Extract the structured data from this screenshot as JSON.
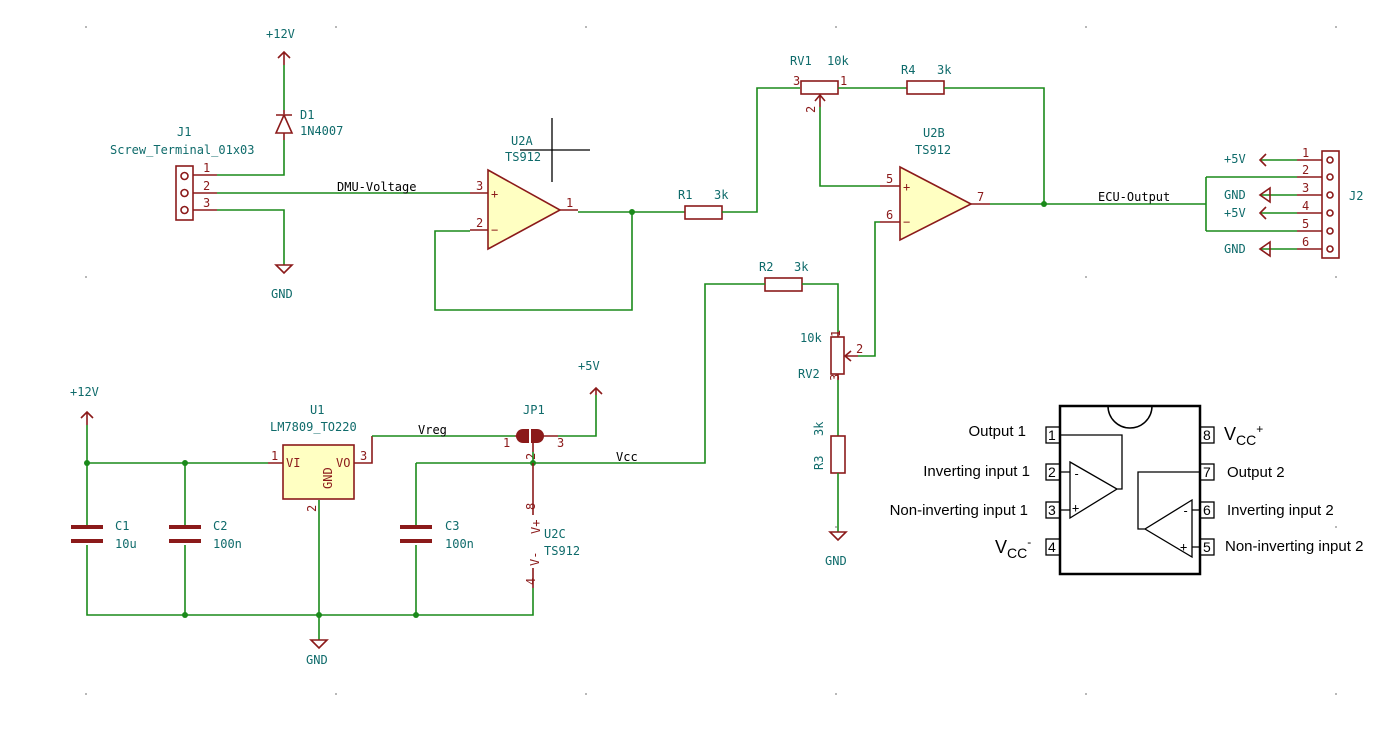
{
  "power": {
    "vin_top": "+12V",
    "vin_left": "+12V",
    "v5_jp": "+5V",
    "gnd_j1": "GND",
    "gnd_u1": "GND",
    "gnd_rv2": "GND",
    "j2_p1": "+5V",
    "j2_p3": "GND",
    "j2_p4": "+5V",
    "j2_p6": "GND"
  },
  "components": {
    "d1_ref": "D1",
    "d1_val": "1N4007",
    "j1_ref": "J1",
    "j1_val": "Screw_Terminal_01x03",
    "u2a_ref": "U2A",
    "u2a_val": "TS912",
    "u2b_ref": "U2B",
    "u2b_val": "TS912",
    "u2c_ref": "U2C",
    "u2c_val": "TS912",
    "r1_ref": "R1",
    "r1_val": "3k",
    "r2_ref": "R2",
    "r2_val": "3k",
    "r3_ref": "R3",
    "r3_val": "3k",
    "r4_ref": "R4",
    "r4_val": "3k",
    "rv1_ref": "RV1",
    "rv1_val": "10k",
    "rv2_ref": "RV2",
    "rv2_val": "10k",
    "u1_ref": "U1",
    "u1_val": "LM7809_TO220",
    "u1_vi": "VI",
    "u1_vo": "VO",
    "u1_gnd": "GND",
    "jp1_ref": "JP1",
    "c1_ref": "C1",
    "c1_val": "10u",
    "c2_ref": "C2",
    "c2_val": "100n",
    "c3_ref": "C3",
    "c3_val": "100n",
    "j2_ref": "J2",
    "u2c_vplus": "V+",
    "u2c_vminus": "V-"
  },
  "nets": {
    "dmu": "DMU-Voltage",
    "ecu": "ECU-Output",
    "vreg": "Vreg",
    "vcc": "Vcc"
  },
  "pins": {
    "j1": [
      "1",
      "2",
      "3"
    ],
    "j2": [
      "1",
      "2",
      "3",
      "4",
      "5",
      "6"
    ],
    "u2a_in_p": "3",
    "u2a_in_n": "2",
    "u2a_out": "1",
    "u2b_in_p": "5",
    "u2b_in_n": "6",
    "u2b_out": "7",
    "rv1_a": "3",
    "rv1_b": "1",
    "rv1_w": "2",
    "rv2_a": "1",
    "rv2_b": "3",
    "rv2_w": "2",
    "u1_in": "1",
    "u1_out": "3",
    "u1_gnd": "2",
    "jp1_a": "1",
    "jp1_b": "3",
    "jp1_c": "2",
    "u2c_top": "8",
    "u2c_bot": "4"
  },
  "pinout": {
    "left": [
      {
        "num": "1",
        "label": "Output 1"
      },
      {
        "num": "2",
        "label": "Inverting input 1"
      },
      {
        "num": "3",
        "label": "Non-inverting input 1"
      }
    ],
    "right": [
      {
        "num": "8"
      },
      {
        "num": "7",
        "label": "Output 2"
      },
      {
        "num": "6",
        "label": "Inverting input 2"
      },
      {
        "num": "5",
        "label": "Non-inverting input 2"
      }
    ],
    "vcc_pos_main": "V",
    "vcc_pos_sub": "CC",
    "vcc_pos_sup": "+",
    "vcc_neg_main": "V",
    "vcc_neg_sub": "CC",
    "vcc_neg_sup": "-",
    "vcc_neg_num": "4"
  }
}
